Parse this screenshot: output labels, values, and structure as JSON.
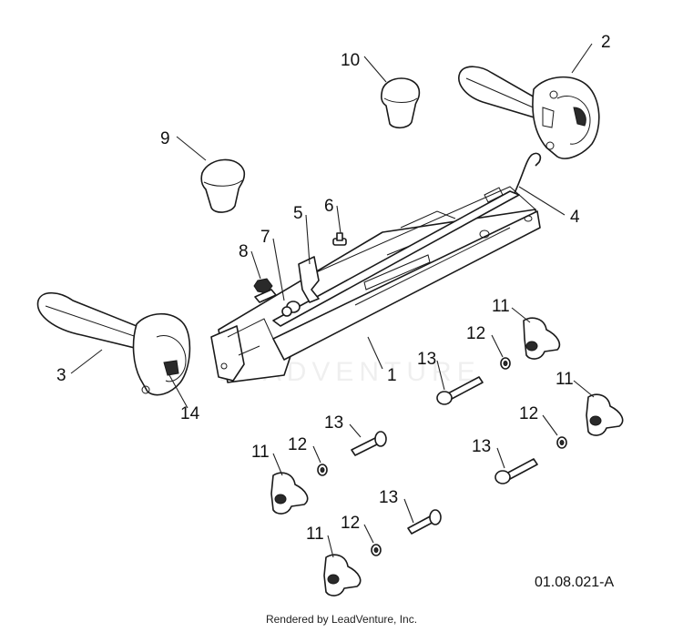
{
  "callouts": {
    "c1": "1",
    "c2": "2",
    "c3": "3",
    "c4": "4",
    "c5": "5",
    "c6": "6",
    "c7": "7",
    "c8": "8",
    "c9": "9",
    "c10": "10",
    "c11a": "11",
    "c11b": "11",
    "c11c": "11",
    "c11d": "11",
    "c12a": "12",
    "c12b": "12",
    "c12c": "12",
    "c12d": "12",
    "c13a": "13",
    "c13b": "13",
    "c13c": "13",
    "c13d": "13",
    "c14": "14"
  },
  "diagram_code": "01.08.021-A",
  "render_credit": "Rendered by LeadVenture, Inc.",
  "watermark": "LEADVENTURE"
}
